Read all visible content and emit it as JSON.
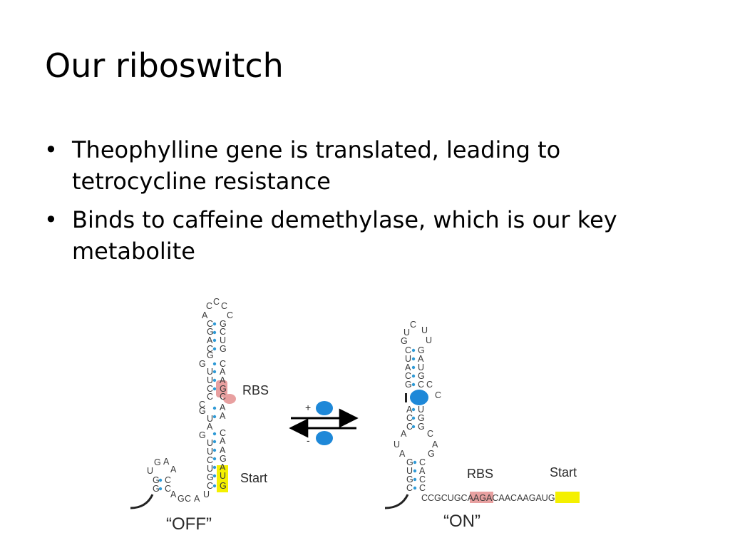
{
  "slide": {
    "title": "Our riboswitch",
    "bullets": [
      "Theophylline gene is translated, leading to tetrocycline resistance",
      "Binds to caffeine demethylase, which is our key metabolite"
    ]
  },
  "diagram": {
    "off": {
      "caption": "“OFF”",
      "rbs_label": "RBS",
      "start_label": "Start",
      "stem_left": [
        "C",
        "G",
        "A",
        "C",
        "G",
        "G",
        "U",
        "U",
        "C",
        "C",
        "C",
        "G",
        "U",
        "A",
        "G",
        "U",
        "U",
        "C",
        "U",
        "G",
        "C"
      ],
      "stem_right": [
        "G",
        "C",
        "U",
        "G",
        "C",
        "A",
        "A",
        "G",
        "C",
        "A",
        "A",
        "C",
        "A",
        "A",
        "G",
        "A",
        "U",
        "G"
      ],
      "loop_top": [
        "A",
        "C",
        "C",
        "C",
        "C"
      ],
      "side_stem_left": [
        "U",
        "G",
        "G"
      ],
      "side_stem_right": [
        "C",
        "C"
      ],
      "side_loop": [
        "G",
        "A",
        "A"
      ],
      "linker": [
        "A",
        "G",
        "C",
        "A",
        "U"
      ],
      "extras": [
        "A",
        "C",
        "A"
      ]
    },
    "on": {
      "caption": "“ON”",
      "rbs_label": "RBS",
      "start_label": "Start",
      "stem_left": [
        "G",
        "C",
        "U",
        "A",
        "C",
        "G",
        "A",
        "C",
        "C"
      ],
      "stem_right": [
        "G",
        "A",
        "U",
        "G",
        "C",
        "U",
        "G",
        "G"
      ],
      "loop_top": [
        "U",
        "C",
        "U",
        "U"
      ],
      "lower_left": [
        "G",
        "U",
        "G",
        "C"
      ],
      "lower_right": [
        "C",
        "A",
        "C",
        "C"
      ],
      "bulge_left": [
        "A",
        "U",
        "A"
      ],
      "bulge_right": [
        "C",
        "A",
        "G"
      ],
      "extras": [
        "C",
        "C"
      ],
      "seq_pre": "CCGCUGC",
      "seq_rbs": "AAG",
      "seq_mid": "ACAACAAG",
      "seq_start": "AUG"
    },
    "plus_sign": "+",
    "minus_sign": "-",
    "colors": {
      "pair_dot": "#2f9ad6",
      "ligand": "#1e88d8",
      "rbs_highlight": "#e8a0a0",
      "start_highlight": "#f4f000"
    }
  }
}
